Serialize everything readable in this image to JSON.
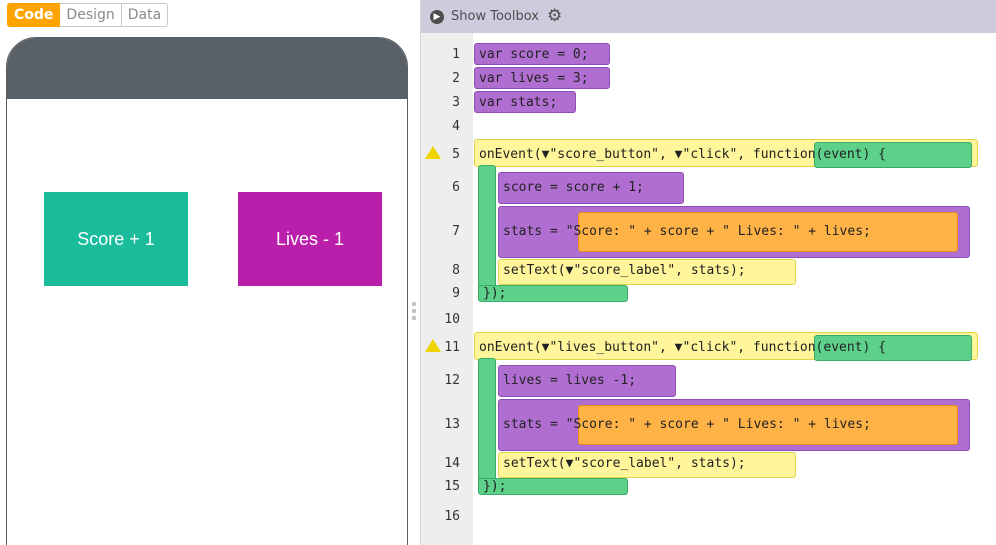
{
  "mode_tabs": [
    "Code",
    "Design",
    "Data"
  ],
  "app": {
    "score_button_label": "Score + 1",
    "lives_button_label": "Lives - 1",
    "score_button_color": "#1abc9c",
    "lives_button_color": "#b91faa"
  },
  "toolbar": {
    "show_toolbox_label": "Show Toolbox"
  },
  "line_numbers": [
    "1",
    "2",
    "3",
    "4",
    "5",
    "6",
    "7",
    "8",
    "9",
    "10",
    "11",
    "12",
    "13",
    "14",
    "15",
    "16"
  ],
  "code": {
    "l1": "var score = 0;",
    "l2": "var lives = 3;",
    "l3": "var stats;",
    "l5": "onEvent(▼\"score_button\", ▼\"click\", function(event) {",
    "l6": "score = score + 1;",
    "l7": "stats = \"Score: \" + score + \" Lives: \" + lives;",
    "l8": "setText(▼\"score_label\", stats);",
    "l9": "});",
    "l11": "onEvent(▼\"lives_button\", ▼\"click\", function(event) {",
    "l12": "lives = lives -1;",
    "l13": "stats = \"Score: \" + score + \" Lives: \" + lives;",
    "l14": "setText(▼\"score_label\", stats);",
    "l15": "});"
  },
  "icons": {
    "toolbox_toggle": "chevron-right-circle-icon",
    "settings": "gear-icon",
    "warning": "warning-triangle-icon"
  }
}
